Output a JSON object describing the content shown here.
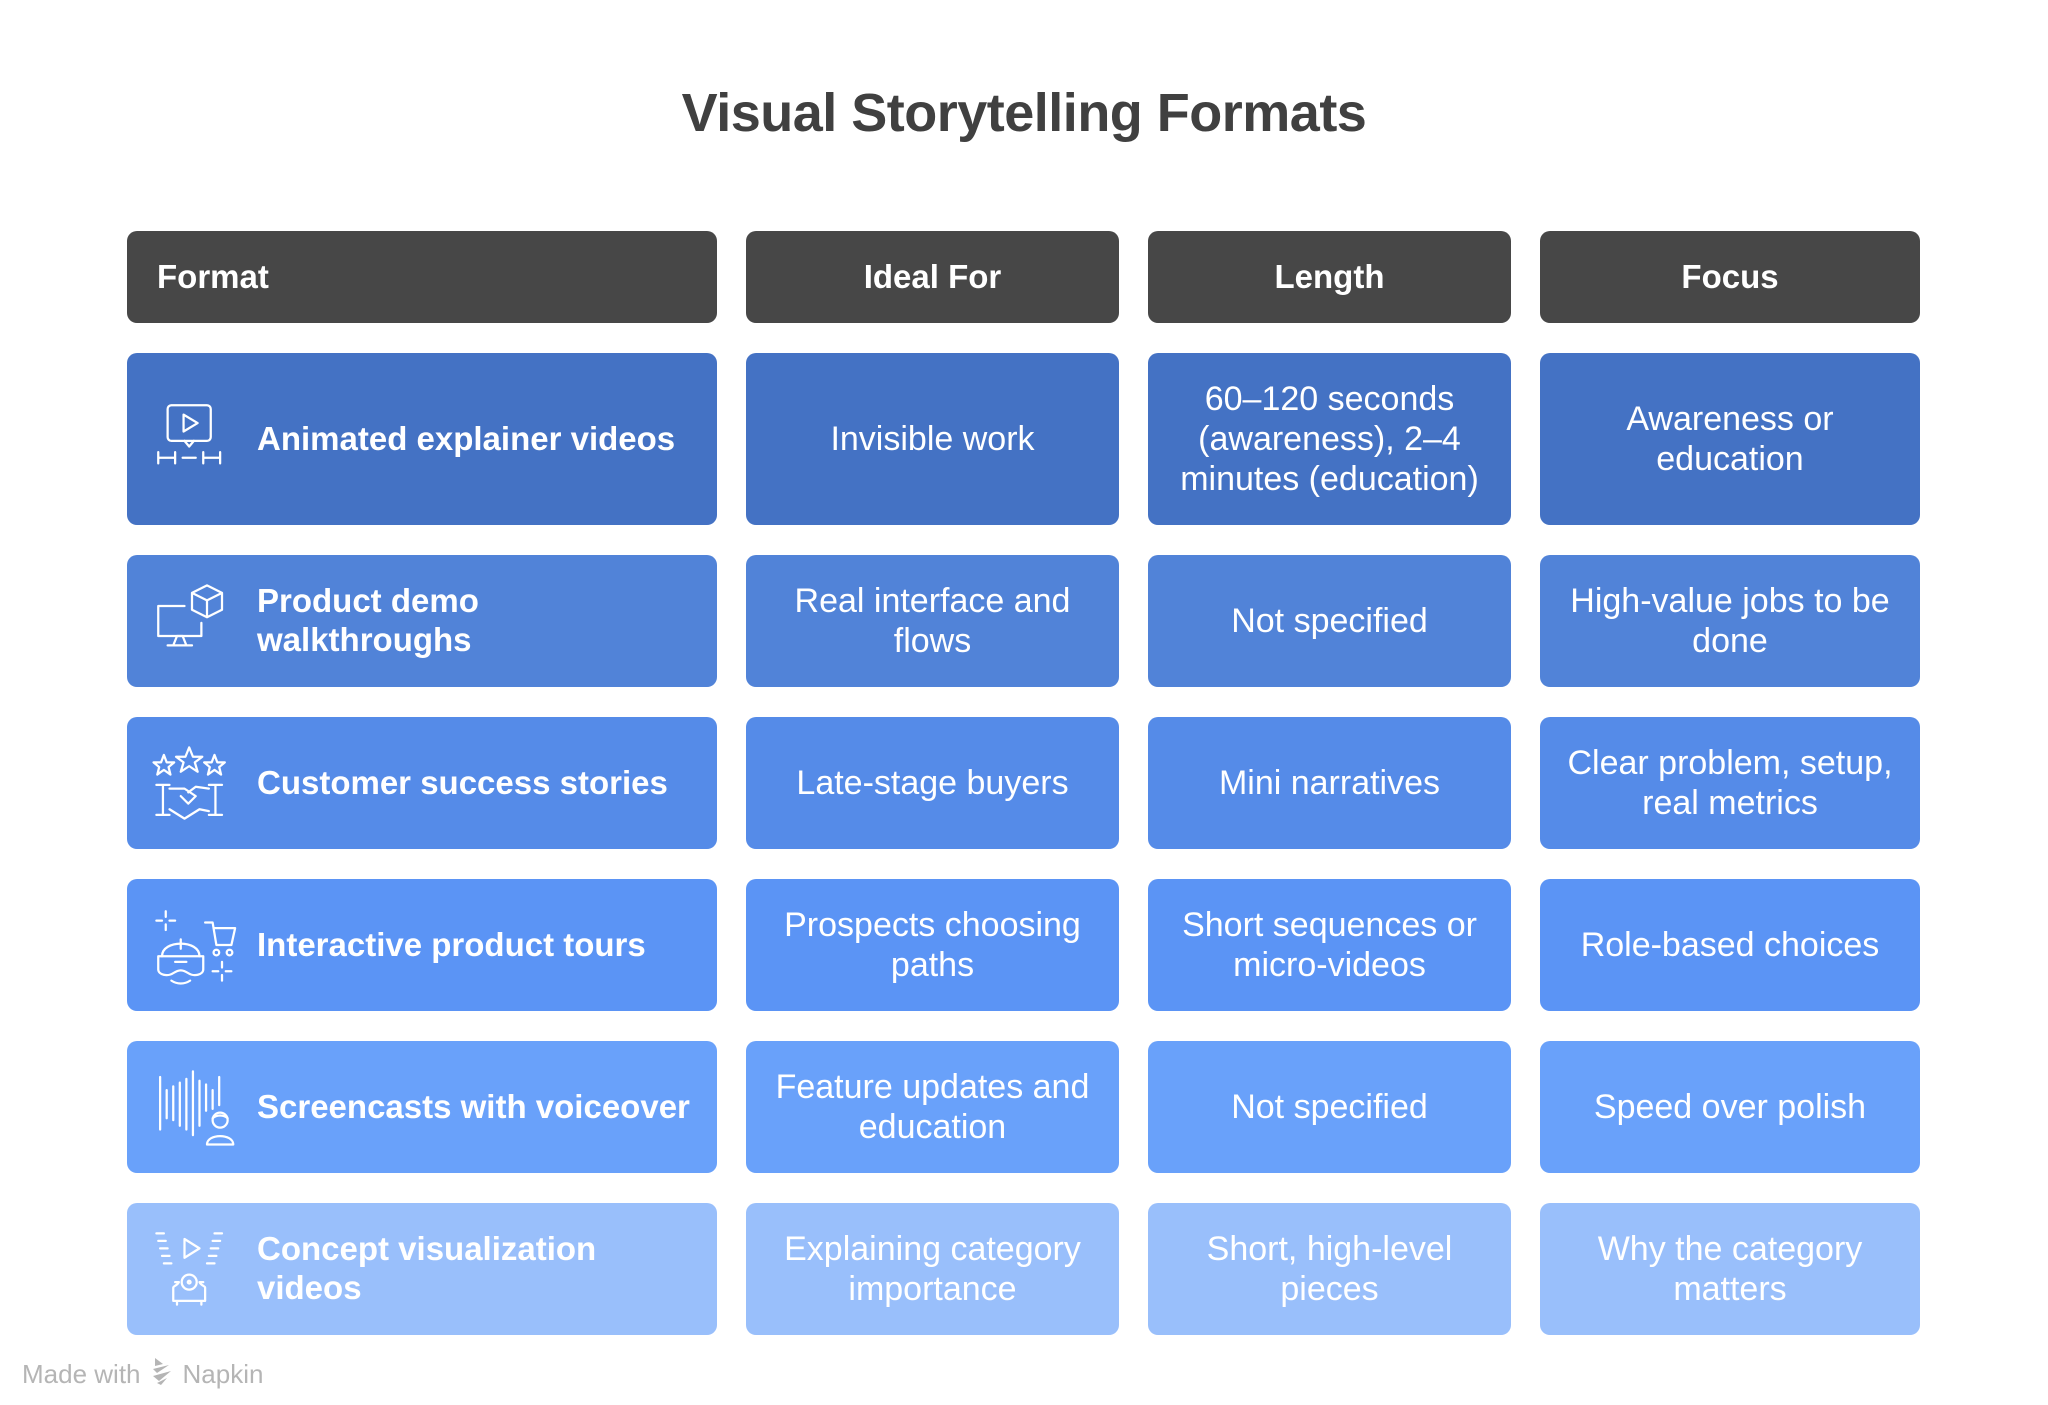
{
  "title": "Visual Storytelling Formats",
  "headers": [
    "Format",
    "Ideal For",
    "Length",
    "Focus"
  ],
  "colors": {
    "header": "#474747",
    "rows": [
      "#4472C4",
      "#5183D8",
      "#558BE8",
      "#5B94F5",
      "#69A1FA",
      "#99BFFB"
    ]
  },
  "rows": [
    {
      "icon": "video-message-timeline-icon",
      "format": "Animated explainer videos",
      "ideal_for": "Invisible work",
      "length": "60–120 seconds (awareness), 2–4 minutes (education)",
      "focus": "Awareness or education"
    },
    {
      "icon": "monitor-cube-icon",
      "format": "Product demo walkthroughs",
      "ideal_for": "Real interface and flows",
      "length": "Not specified",
      "focus": "High-value jobs to be done"
    },
    {
      "icon": "stars-handshake-icon",
      "format": "Customer success stories",
      "ideal_for": "Late-stage buyers",
      "length": "Mini narratives",
      "focus": "Clear problem, setup, real metrics"
    },
    {
      "icon": "vr-headset-cart-icon",
      "format": "Interactive product tours",
      "ideal_for": "Prospects choosing paths",
      "length": "Short sequences or micro-videos",
      "focus": "Role-based choices"
    },
    {
      "icon": "soundwave-person-icon",
      "format": "Screencasts with voiceover",
      "ideal_for": "Feature updates and education",
      "length": "Not specified",
      "focus": "Speed over polish"
    },
    {
      "icon": "play-projector-icon",
      "format": "Concept visualization videos",
      "ideal_for": "Explaining category importance",
      "length": "Short, high-level pieces",
      "focus": "Why the category matters"
    }
  ],
  "footer": {
    "prefix": "Made with",
    "brand": "Napkin"
  }
}
